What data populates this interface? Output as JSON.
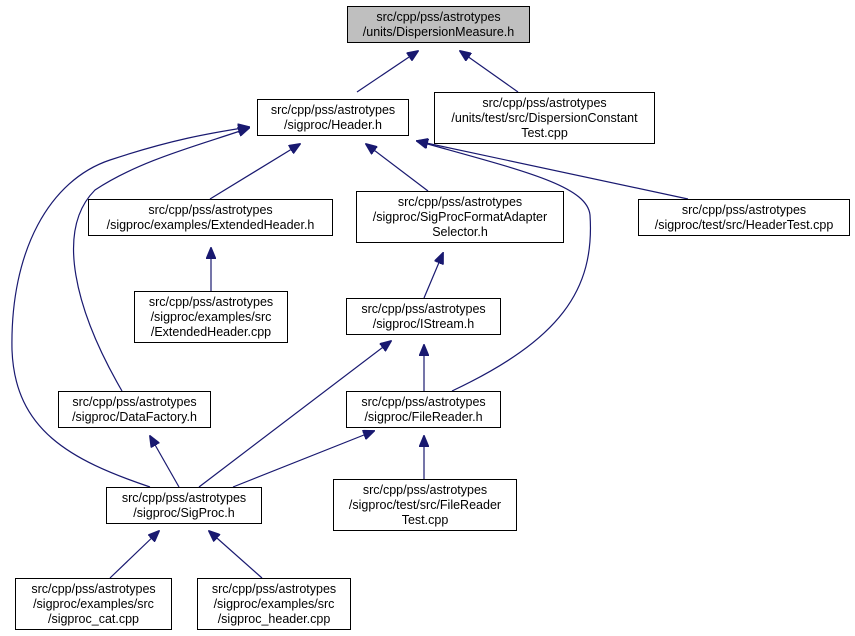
{
  "graph": {
    "edge_color": "#191970",
    "root_fill": "#bfbfbf",
    "nodes": [
      {
        "id": "dm",
        "lines": [
          "src/cpp/pss/astrotypes",
          "/units/DispersionMeasure.h"
        ]
      },
      {
        "id": "header",
        "lines": [
          "src/cpp/pss/astrotypes",
          "/sigproc/Header.h"
        ]
      },
      {
        "id": "dctest",
        "lines": [
          "src/cpp/pss/astrotypes",
          "/units/test/src/DispersionConstant",
          "Test.cpp"
        ]
      },
      {
        "id": "exth",
        "lines": [
          "src/cpp/pss/astrotypes",
          "/sigproc/examples/ExtendedHeader.h"
        ]
      },
      {
        "id": "adapter",
        "lines": [
          "src/cpp/pss/astrotypes",
          "/sigproc/SigProcFormatAdapter",
          "Selector.h"
        ]
      },
      {
        "id": "headertest",
        "lines": [
          "src/cpp/pss/astrotypes",
          "/sigproc/test/src/HeaderTest.cpp"
        ]
      },
      {
        "id": "extcpp",
        "lines": [
          "src/cpp/pss/astrotypes",
          "/sigproc/examples/src",
          "/ExtendedHeader.cpp"
        ]
      },
      {
        "id": "istream",
        "lines": [
          "src/cpp/pss/astrotypes",
          "/sigproc/IStream.h"
        ]
      },
      {
        "id": "datafactory",
        "lines": [
          "src/cpp/pss/astrotypes",
          "/sigproc/DataFactory.h"
        ]
      },
      {
        "id": "filereader",
        "lines": [
          "src/cpp/pss/astrotypes",
          "/sigproc/FileReader.h"
        ]
      },
      {
        "id": "sigproc",
        "lines": [
          "src/cpp/pss/astrotypes",
          "/sigproc/SigProc.h"
        ]
      },
      {
        "id": "frtest",
        "lines": [
          "src/cpp/pss/astrotypes",
          "/sigproc/test/src/FileReader",
          "Test.cpp"
        ]
      },
      {
        "id": "cat",
        "lines": [
          "src/cpp/pss/astrotypes",
          "/sigproc/examples/src",
          "/sigproc_cat.cpp"
        ]
      },
      {
        "id": "hdrcpp",
        "lines": [
          "src/cpp/pss/astrotypes",
          "/sigproc/examples/src",
          "/sigproc_header.cpp"
        ]
      }
    ],
    "edges": [
      {
        "from": "header",
        "to": "dm"
      },
      {
        "from": "dctest",
        "to": "dm"
      },
      {
        "from": "exth",
        "to": "header"
      },
      {
        "from": "adapter",
        "to": "header"
      },
      {
        "from": "headertest",
        "to": "header"
      },
      {
        "from": "filereader",
        "to": "header"
      },
      {
        "from": "datafactory",
        "to": "header"
      },
      {
        "from": "sigproc",
        "to": "header"
      },
      {
        "from": "extcpp",
        "to": "exth"
      },
      {
        "from": "istream",
        "to": "adapter"
      },
      {
        "from": "filereader",
        "to": "istream"
      },
      {
        "from": "sigproc",
        "to": "istream"
      },
      {
        "from": "sigproc",
        "to": "datafactory"
      },
      {
        "from": "sigproc",
        "to": "filereader"
      },
      {
        "from": "frtest",
        "to": "filereader"
      },
      {
        "from": "cat",
        "to": "sigproc"
      },
      {
        "from": "hdrcpp",
        "to": "sigproc"
      }
    ]
  }
}
